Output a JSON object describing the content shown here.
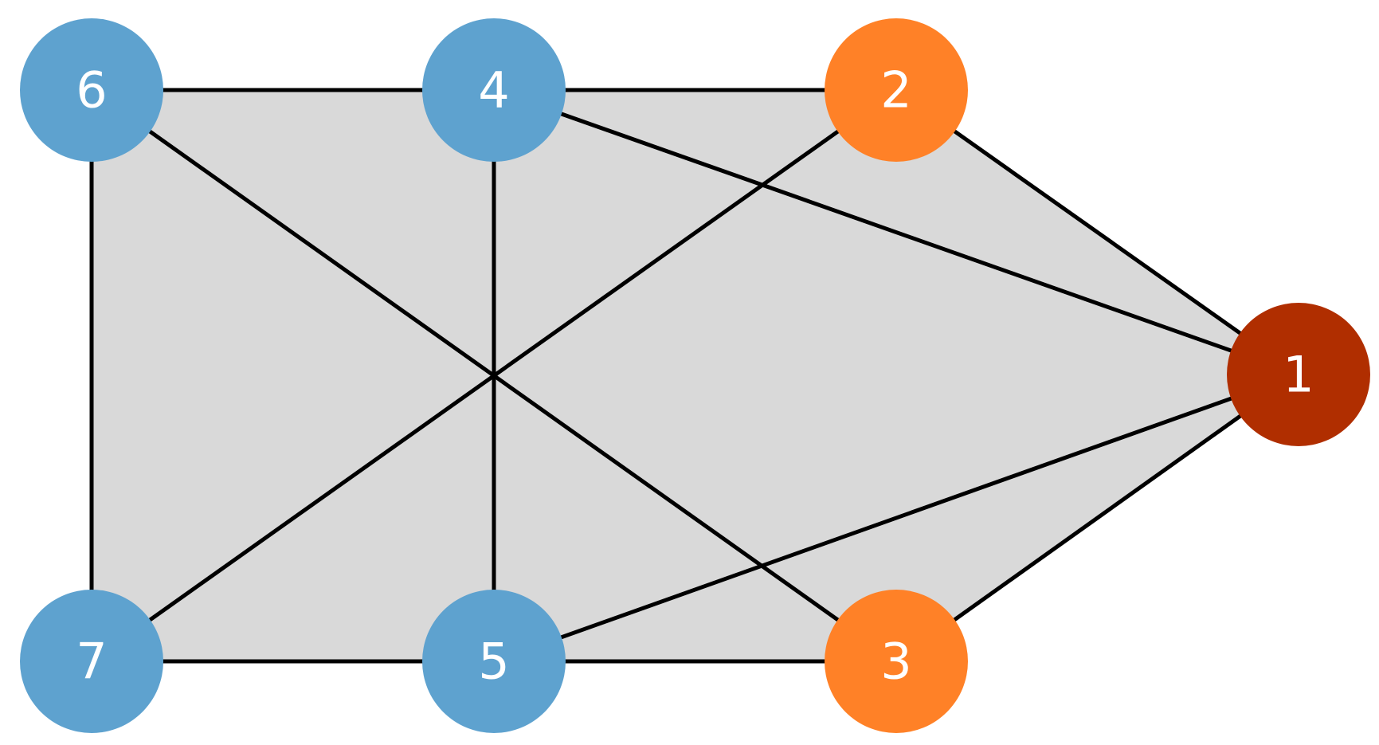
{
  "colors": {
    "background": "#ffffff",
    "region_fill": "#d9d9d9",
    "edge": "#000000",
    "label": "#ffffff",
    "blue_node": "#5ea2cf",
    "orange_node": "#ff8127",
    "dark_red_node": "#b02e00"
  },
  "nodes": [
    {
      "id": "6",
      "label": "6",
      "color": "#5ea2cf"
    },
    {
      "id": "4",
      "label": "4",
      "color": "#5ea2cf"
    },
    {
      "id": "2",
      "label": "2",
      "color": "#ff8127"
    },
    {
      "id": "1",
      "label": "1",
      "color": "#b02e00"
    },
    {
      "id": "3",
      "label": "3",
      "color": "#ff8127"
    },
    {
      "id": "5",
      "label": "5",
      "color": "#5ea2cf"
    },
    {
      "id": "7",
      "label": "7",
      "color": "#5ea2cf"
    }
  ],
  "edges": [
    {
      "from": "6",
      "to": "4"
    },
    {
      "from": "4",
      "to": "2"
    },
    {
      "from": "2",
      "to": "1"
    },
    {
      "from": "1",
      "to": "3"
    },
    {
      "from": "3",
      "to": "5"
    },
    {
      "from": "5",
      "to": "7"
    },
    {
      "from": "7",
      "to": "6"
    },
    {
      "from": "6",
      "to": "3"
    },
    {
      "from": "2",
      "to": "7"
    },
    {
      "from": "4",
      "to": "5"
    },
    {
      "from": "4",
      "to": "1"
    },
    {
      "from": "5",
      "to": "1"
    }
  ]
}
